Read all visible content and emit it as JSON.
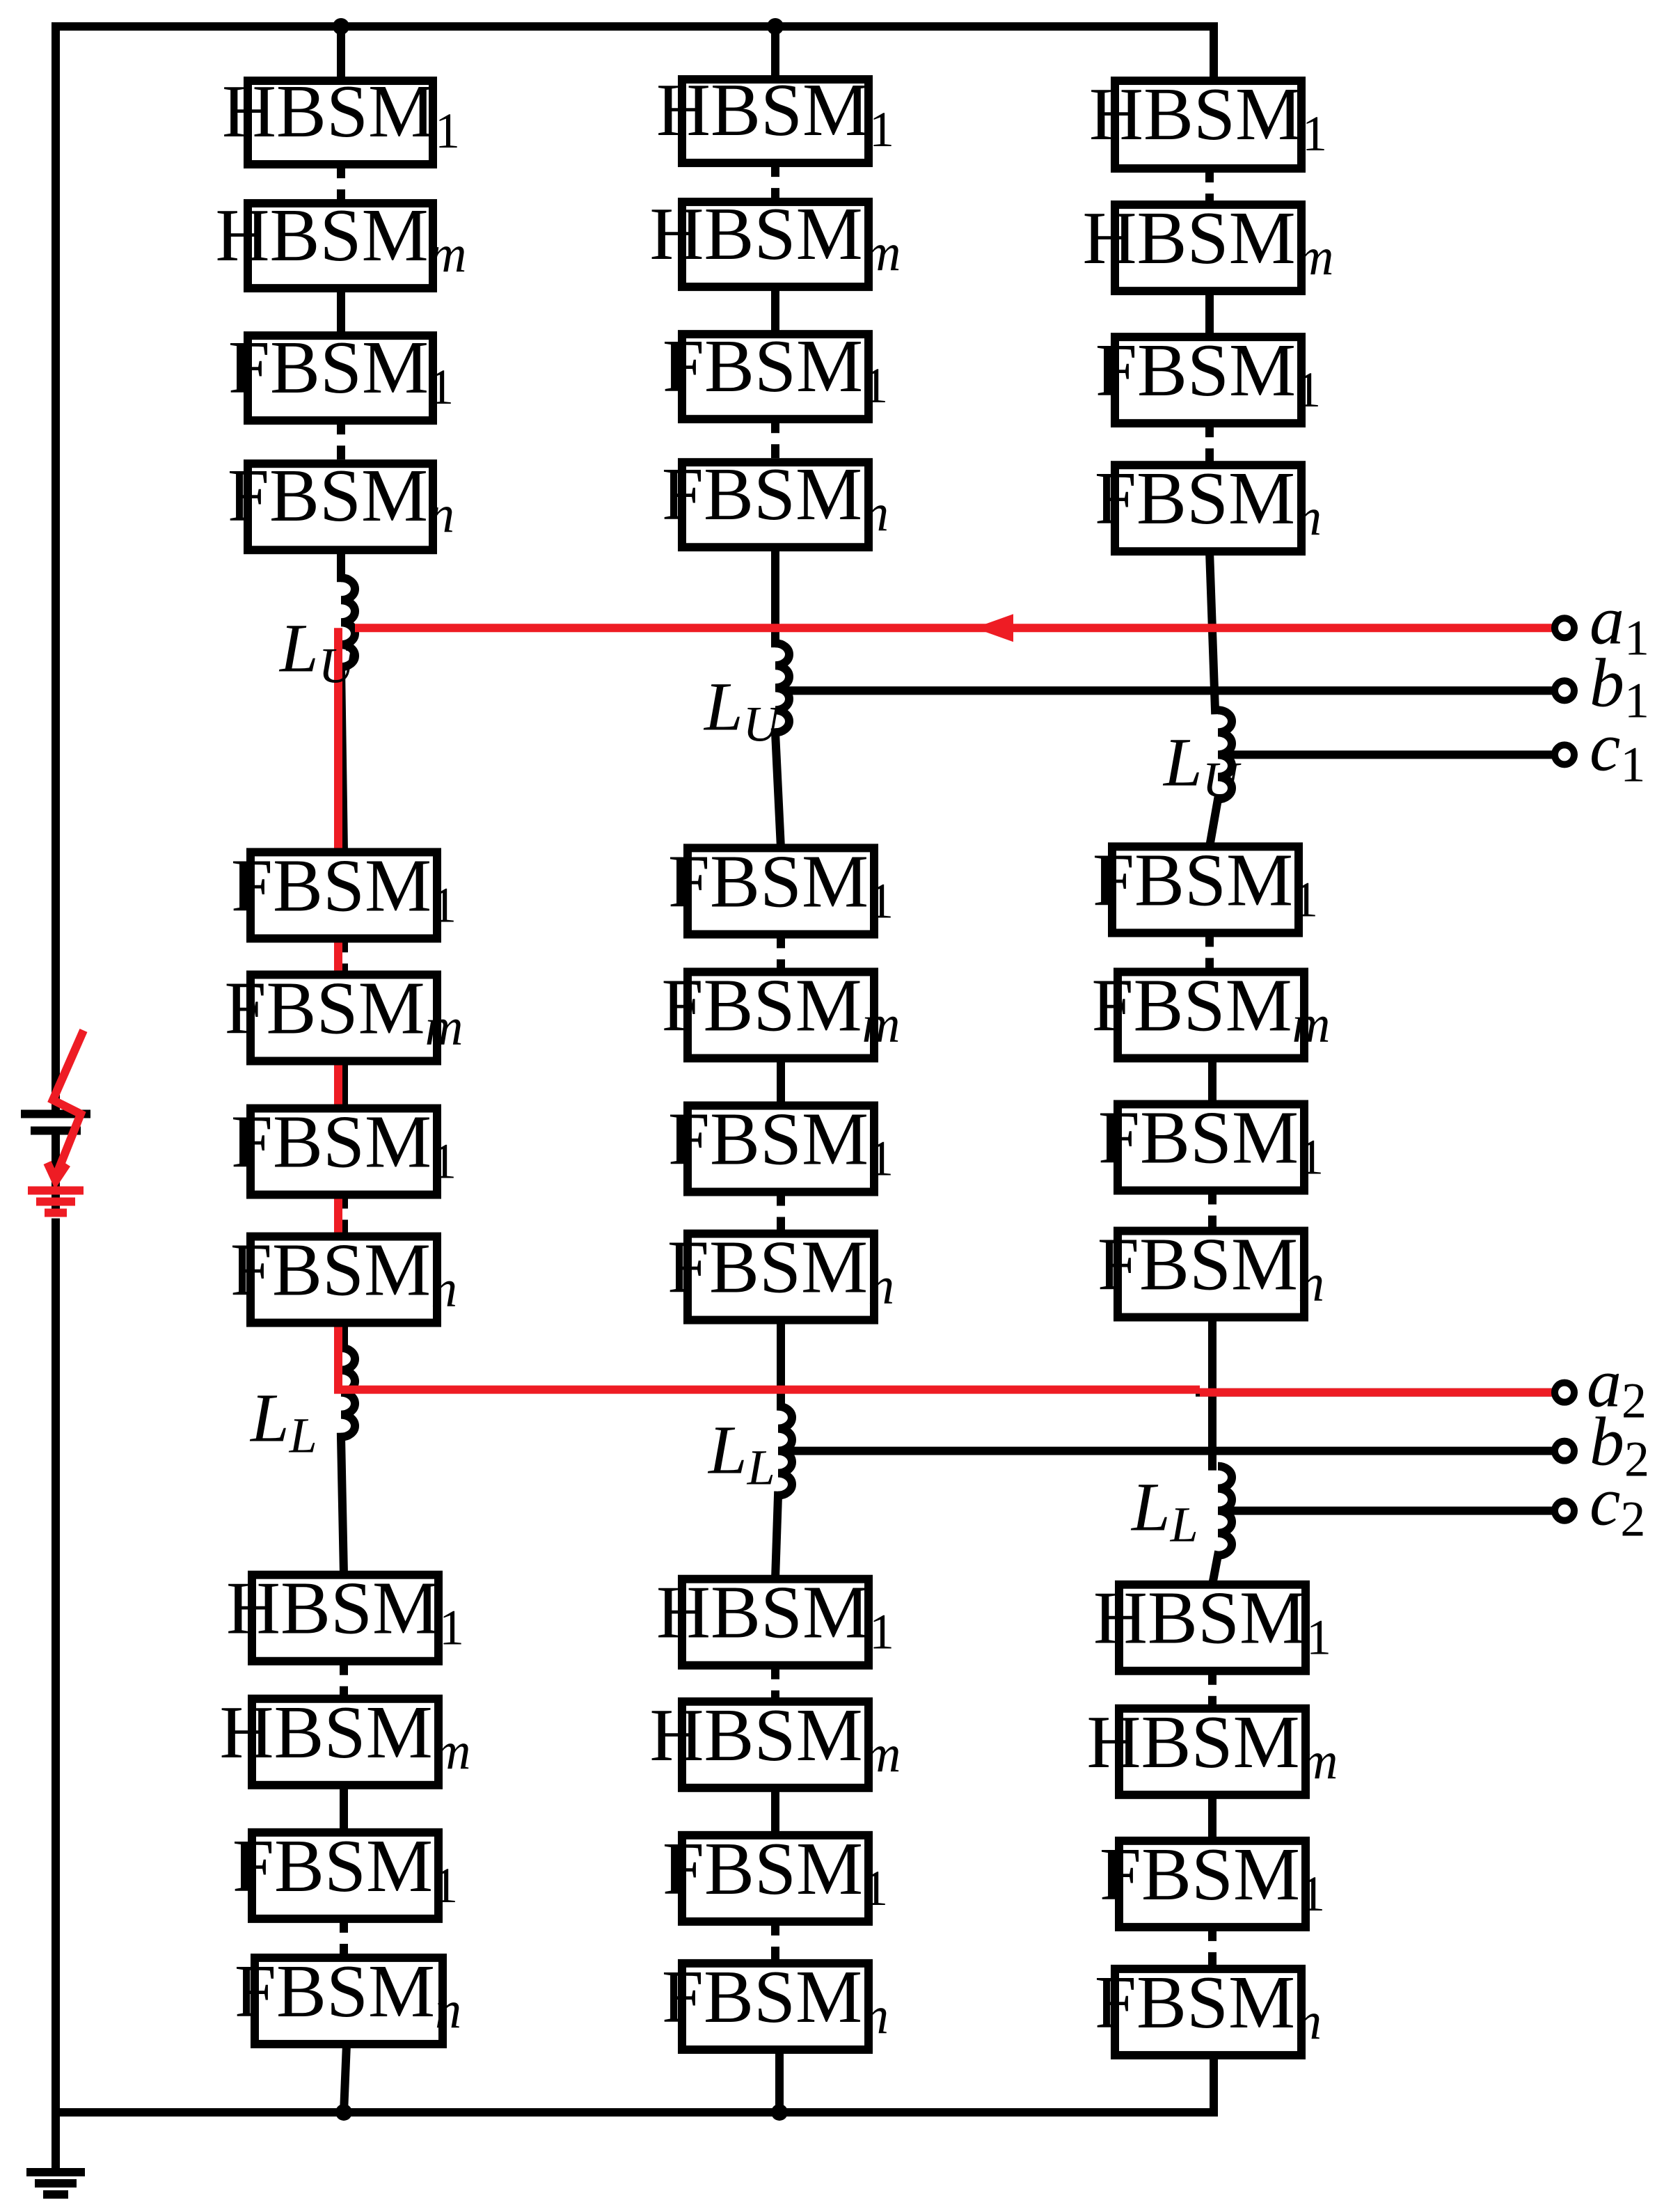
{
  "submodules": {
    "hb1": {
      "base": "HBSM",
      "sub": "1"
    },
    "hbm": {
      "base": "HBSM",
      "sub": "m"
    },
    "fb1": {
      "base": "FBSM",
      "sub": "1"
    },
    "fbm": {
      "base": "FBSM",
      "sub": "m"
    },
    "fbn": {
      "base": "FBSM",
      "sub": "n"
    }
  },
  "inductors": {
    "upper": {
      "base": "L",
      "sub": "U"
    },
    "lower": {
      "base": "L",
      "sub": "L"
    }
  },
  "terminals": {
    "a1": {
      "base": "a",
      "sub": "1"
    },
    "b1": {
      "base": "b",
      "sub": "1"
    },
    "c1": {
      "base": "c",
      "sub": "1"
    },
    "a2": {
      "base": "a",
      "sub": "2"
    },
    "b2": {
      "base": "b",
      "sub": "2"
    },
    "c2": {
      "base": "c",
      "sub": "2"
    }
  },
  "colors": {
    "wire": "#000000",
    "fault_path": "#ee1c24",
    "background": "#ffffff"
  },
  "icons": [
    "ground-icon",
    "fault-lightning-icon",
    "inductor-icon",
    "terminal-icon"
  ]
}
